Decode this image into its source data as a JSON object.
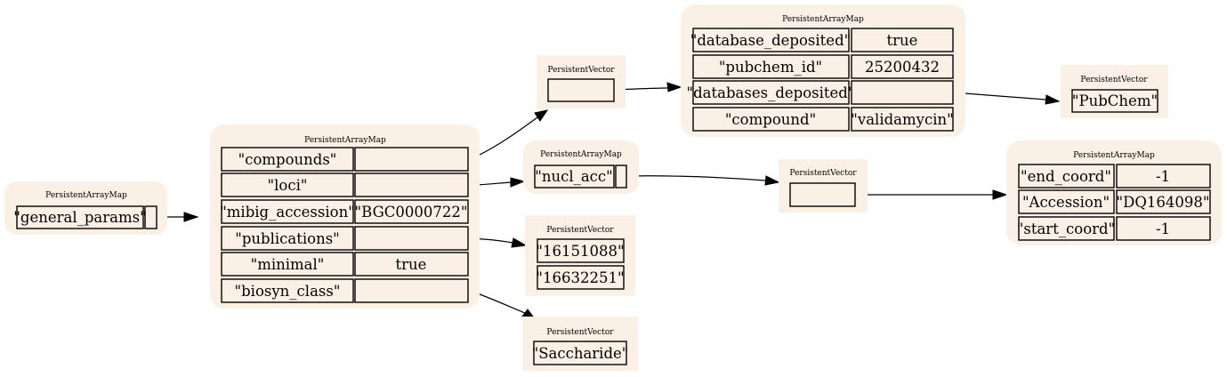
{
  "nodes": {
    "root": {
      "title": "PersistentArrayMap",
      "cells": [
        "\"general_params\"",
        ""
      ]
    },
    "general_params": {
      "title": "PersistentArrayMap",
      "rows": [
        [
          "\"compounds\"",
          ""
        ],
        [
          "\"loci\"",
          ""
        ],
        [
          "\"mibig_accession\"",
          "\"BGC0000722\""
        ],
        [
          "\"publications\"",
          ""
        ],
        [
          "\"minimal\"",
          "true"
        ],
        [
          "\"biosyn_class\"",
          ""
        ]
      ]
    },
    "compounds_vec": {
      "title": "PersistentVector",
      "cells": [
        ""
      ]
    },
    "compound_map": {
      "title": "PersistentArrayMap",
      "rows": [
        [
          "\"database_deposited\"",
          "true"
        ],
        [
          "\"pubchem_id\"",
          "25200432"
        ],
        [
          "\"databases_deposited\"",
          ""
        ],
        [
          "\"compound\"",
          "\"validamycin\""
        ]
      ]
    },
    "databases_vec": {
      "title": "PersistentVector",
      "cells": [
        "\"PubChem\""
      ]
    },
    "loci_map": {
      "title": "PersistentArrayMap",
      "cells": [
        "\"nucl_acc\"",
        ""
      ]
    },
    "nucl_acc_vec": {
      "title": "PersistentVector",
      "cells": [
        ""
      ]
    },
    "nucl_acc_map": {
      "title": "PersistentArrayMap",
      "rows": [
        [
          "\"end_coord\"",
          "-1"
        ],
        [
          "\"Accession\"",
          "\"DQ164098\""
        ],
        [
          "\"start_coord\"",
          "-1"
        ]
      ]
    },
    "publications_vec": {
      "title": "PersistentVector",
      "cells": [
        "\"16151088\"",
        "\"16632251\""
      ]
    },
    "biosyn_class_vec": {
      "title": "PersistentVector",
      "cells": [
        "\"Saccharide\""
      ]
    }
  }
}
